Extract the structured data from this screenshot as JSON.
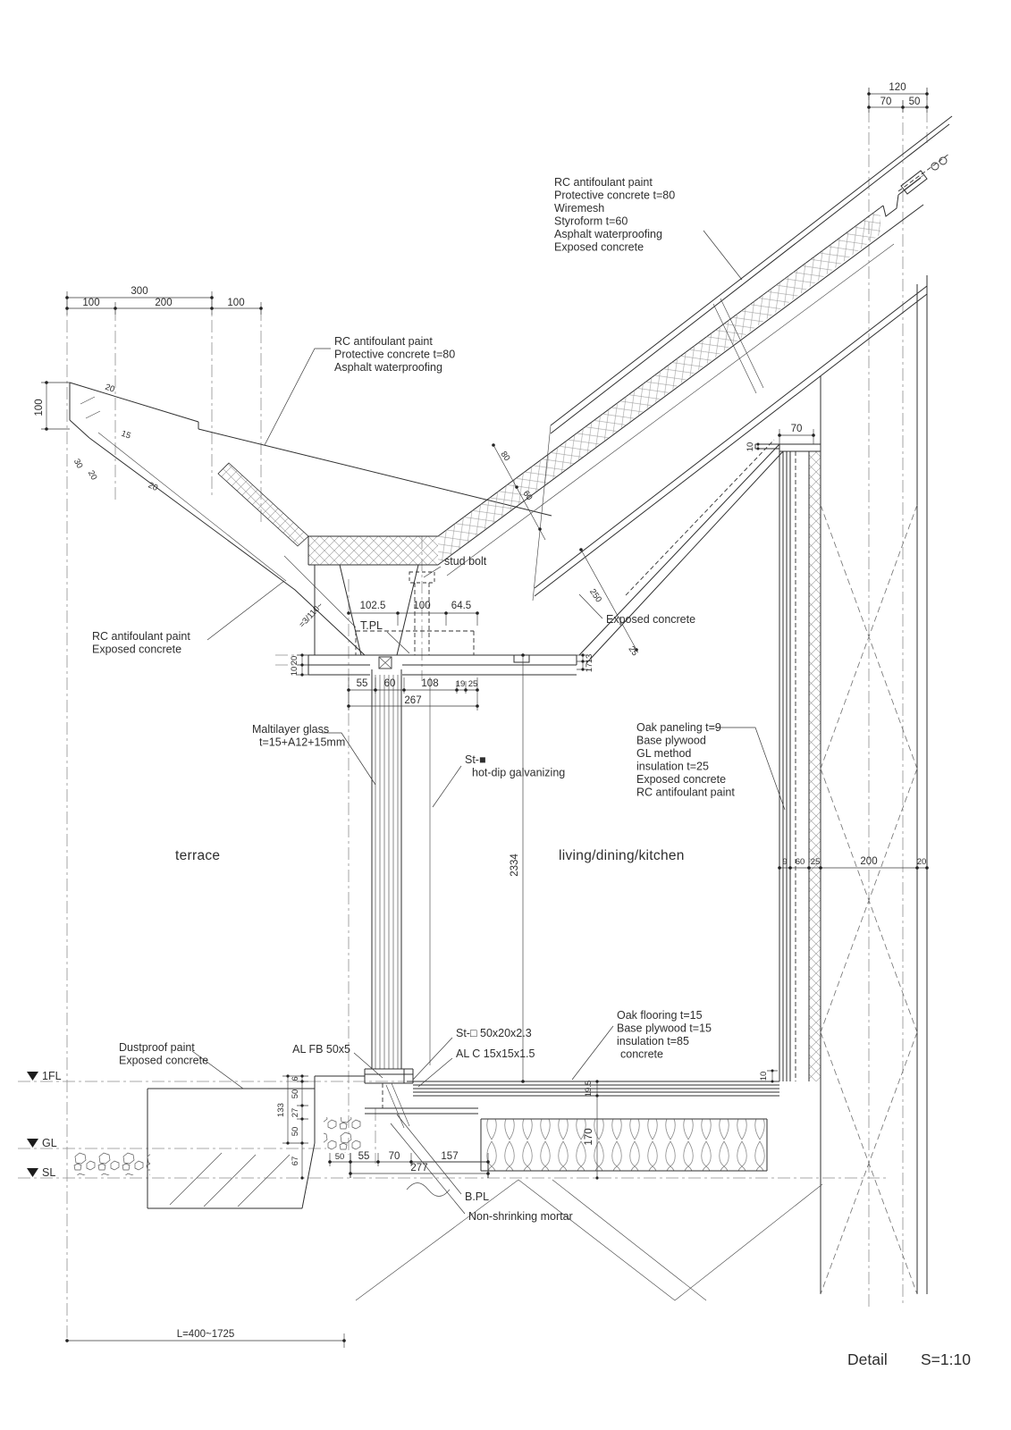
{
  "meta": {
    "title": "Detail",
    "scale": "S=1:10"
  },
  "rooms": {
    "left": "terrace",
    "right": "living/dining/kitchen"
  },
  "levels": {
    "fl": "1FL",
    "gl": "GL",
    "sl": "SL"
  },
  "annotations": {
    "roof_right": [
      "RC antifoulant paint",
      "Protective concrete t=80",
      "Wiremesh",
      "Styroform t=60",
      "Asphalt waterproofing",
      "Exposed concrete"
    ],
    "roof_left": [
      "RC antifoulant paint",
      "Protective concrete t=80",
      "Asphalt waterproofing"
    ],
    "roof_left_under": [
      "RC antifoulant paint",
      "Exposed concrete"
    ],
    "exposed_concrete": "Exposed concrete",
    "stud_bolt": "stud bolt",
    "t_pl": "T.PL",
    "glass": [
      "Maltilayer glass",
      "t=15+A12+15mm"
    ],
    "st_square": [
      "St-■",
      "hot-dip galvanizing"
    ],
    "wall_right": [
      "Oak paneling t=9",
      "Base plywood",
      "GL method",
      "insulation t=25",
      "Exposed concrete",
      "RC antifoulant paint"
    ],
    "floor": [
      "Oak flooring t=15",
      "Base plywood t=15",
      "insulation t=85",
      "concrete"
    ],
    "dustproof": [
      "Dustproof paint",
      "Exposed concrete"
    ],
    "st_box": "St-□ 50x20x2.3",
    "al_c": "AL C 15x15x1.5",
    "al_fb": "AL FB 50x5",
    "b_pl": "B.PL",
    "mortar": "Non-shrinking mortar",
    "slope": "=3/110~",
    "span": "L=400~1725"
  },
  "dims": {
    "top_left": {
      "total": "300",
      "seg1": "100",
      "seg2": "200",
      "seg3": "100",
      "height": "100",
      "e1": "20",
      "e2": "15",
      "e3": "30",
      "e4": "20",
      "e5": "20"
    },
    "top_right": {
      "total": "120",
      "seg1": "70",
      "seg2": "50"
    },
    "roof": {
      "t1": "80",
      "t2": "60",
      "gap": "250",
      "edge": "25"
    },
    "valley_top": {
      "d1": "102.5",
      "d2": "100",
      "d3": "64.5"
    },
    "valley_bottom": {
      "d1": "55",
      "d2": "60",
      "d3": "108",
      "d4": "19",
      "d5": "25",
      "total": "267"
    },
    "plate_left": {
      "d1": "20",
      "d2": "10"
    },
    "plate_right": {
      "d1": "13",
      "d2": "17"
    },
    "wall_top": {
      "w": "70",
      "lip": "10"
    },
    "wall_bottom": {
      "d1": "9",
      "d2": "60",
      "d3": "25",
      "d4": "200",
      "d5": "20"
    },
    "glass_h": "2334",
    "floor": {
      "d1": "19.5",
      "d2": "170",
      "gap": "10"
    },
    "sill_v": {
      "d1": "6",
      "d2": "50",
      "d3": "27",
      "d4": "50",
      "total": "133",
      "below": "67"
    },
    "sill_h": {
      "d1": "50",
      "d2": "55",
      "d3": "70",
      "d4": "157",
      "total": "277"
    }
  }
}
